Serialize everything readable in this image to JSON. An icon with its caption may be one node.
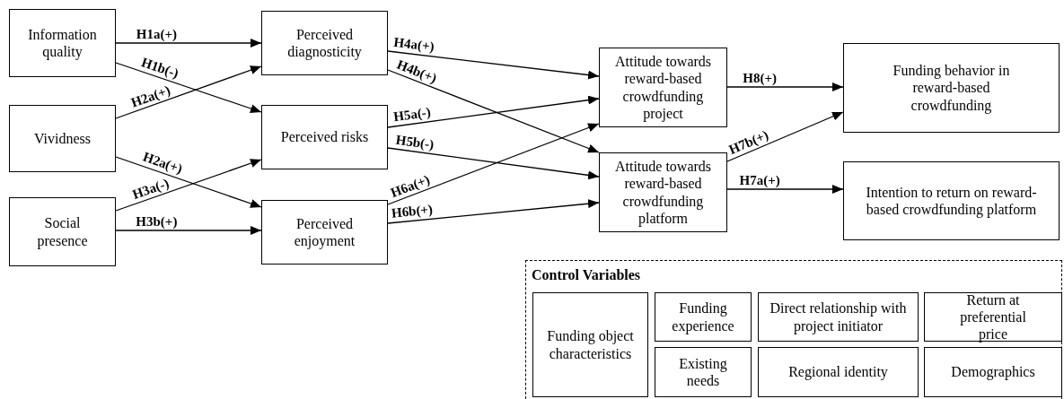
{
  "diagram": {
    "nodes": [
      {
        "text": [
          "Information quality"
        ]
      },
      {
        "text": [
          "Vividness"
        ]
      },
      {
        "text": [
          "Social presence"
        ]
      },
      {
        "text": [
          "Perceived diagnosticity"
        ]
      },
      {
        "text": [
          "Perceived risks"
        ]
      },
      {
        "text": [
          "Perceived enjoyment"
        ]
      },
      {
        "text": [
          "Attitude towards reward-based crowdfunding project"
        ]
      },
      {
        "text": [
          "Attitude towards reward-based crowdfunding platform"
        ]
      },
      {
        "text": [
          "Funding behavior in reward-based crowdfunding"
        ]
      },
      {
        "text": [
          "Intention to return on reward-based crowdfunding platform"
        ]
      },
      {
        "text": [
          "Control Variables"
        ]
      },
      {
        "text": [
          "Funding object characteristics"
        ],
        "in": 10
      },
      {
        "text": [
          "Funding experience"
        ],
        "in": 10
      },
      {
        "text": [
          "Direct relationship with project initiator"
        ],
        "in": 10
      },
      {
        "text": [
          "Return at preferential price"
        ],
        "in": 10
      },
      {
        "text": [
          "Existing needs"
        ],
        "in": 10
      },
      {
        "text": [
          "Regional identity"
        ],
        "in": 10
      },
      {
        "text": [
          "Demographics"
        ],
        "in": 10
      }
    ],
    "edges": [
      {
        "from": 0,
        "to": 3,
        "arrow": "to",
        "label": "H1a(+)"
      },
      {
        "from": 0,
        "to": 4,
        "arrow": "to",
        "label": "H1b(-)"
      },
      {
        "from": 1,
        "to": 3,
        "arrow": "to",
        "label": "H2a(+)"
      },
      {
        "from": 1,
        "to": 5,
        "arrow": "to",
        "label": "H2a(+)"
      },
      {
        "from": 2,
        "to": 4,
        "arrow": "to",
        "label": "H3a(-)"
      },
      {
        "from": 2,
        "to": 5,
        "arrow": "to",
        "label": "H3b(+)"
      },
      {
        "from": 3,
        "to": 6,
        "arrow": "to",
        "label": "H4a(+)"
      },
      {
        "from": 3,
        "to": 7,
        "arrow": "to",
        "label": "H4b(+)"
      },
      {
        "from": 4,
        "to": 6,
        "arrow": "to",
        "label": "H5a(-)"
      },
      {
        "from": 4,
        "to": 7,
        "arrow": "to",
        "label": "H5b(-)"
      },
      {
        "from": 5,
        "to": 6,
        "arrow": "to",
        "label": "H6a(+)"
      },
      {
        "from": 5,
        "to": 7,
        "arrow": "to",
        "label": "H6b(+)"
      },
      {
        "from": 6,
        "to": 8,
        "arrow": "to",
        "label": "H8(+)"
      },
      {
        "from": 7,
        "to": 8,
        "arrow": "to",
        "label": "H7b(+)"
      },
      {
        "from": 7,
        "to": 9,
        "arrow": "to",
        "label": "H7a(+)"
      }
    ]
  }
}
